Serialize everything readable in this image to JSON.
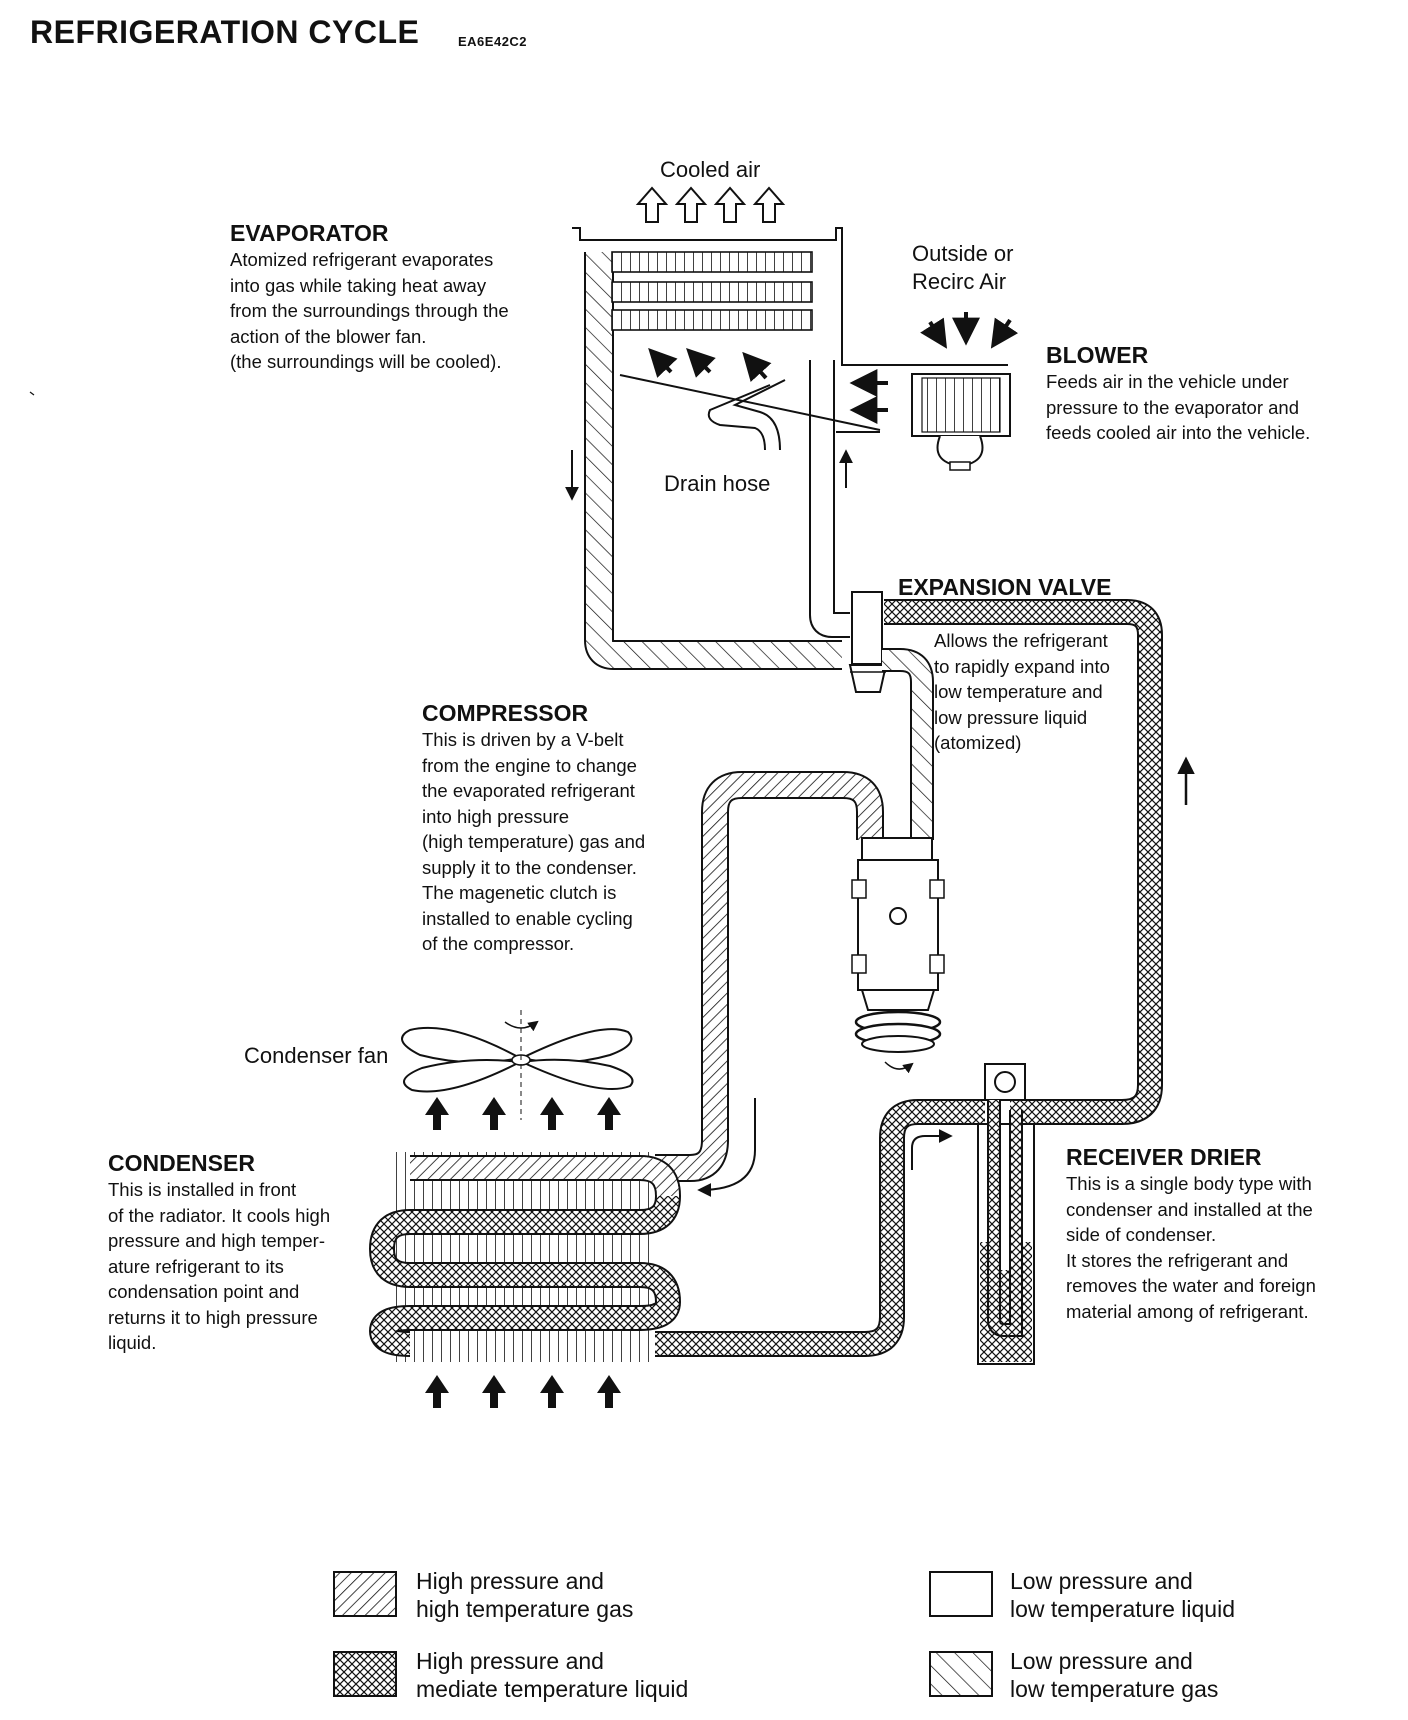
{
  "header": {
    "title": "REFRIGERATION CYCLE",
    "code": "EA6E42C2"
  },
  "labels": {
    "cooled_air": "Cooled air",
    "outside_air": [
      "Outside or",
      "Recirc Air"
    ],
    "drain_hose": "Drain hose",
    "condenser_fan": "Condenser fan"
  },
  "components": {
    "evaporator": {
      "heading": "EVAPORATOR",
      "lines": [
        "Atomized refrigerant evaporates",
        "into gas while taking heat away",
        "from the surroundings through the",
        "action of the blower fan.",
        "(the surroundings will be cooled)."
      ]
    },
    "blower": {
      "heading": "BLOWER",
      "lines": [
        "Feeds air in the vehicle under",
        "pressure to the evaporator and",
        "feeds cooled air into the vehicle."
      ]
    },
    "expansion_valve": {
      "heading": "EXPANSION VALVE",
      "lines": [
        "Allows the refrigerant",
        "to rapidly expand into",
        "low temperature and",
        "low pressure liquid",
        "(atomized)"
      ]
    },
    "compressor": {
      "heading": "COMPRESSOR",
      "lines": [
        "This is driven by a V-belt",
        "from the engine to change",
        "the evaporated refrigerant",
        "into high pressure",
        "(high temperature) gas and",
        "supply it to the condenser.",
        "The magenetic clutch is",
        "installed to enable cycling",
        "of the compressor."
      ]
    },
    "condenser": {
      "heading": "CONDENSER",
      "lines": [
        "This is installed in front",
        "of the radiator. It cools high",
        "pressure and high temper-",
        "ature refrigerant to its",
        "condensation point and",
        "returns it to high pressure",
        "liquid."
      ]
    },
    "receiver_drier": {
      "heading": "RECEIVER DRIER",
      "lines": [
        "This is a single body type with",
        "condenser and installed at the",
        "side of condenser.",
        "It stores the refrigerant and",
        "removes the water and foreign",
        "material among of refrigerant."
      ]
    }
  },
  "legend": [
    {
      "pattern": "hatch-diag",
      "lines": [
        "High pressure and",
        "high temperature gas"
      ]
    },
    {
      "pattern": "hatch-cross",
      "lines": [
        "High pressure and",
        "mediate temperature liquid"
      ]
    },
    {
      "pattern": "plain",
      "lines": [
        "Low pressure and",
        "low temperature liquid"
      ]
    },
    {
      "pattern": "hatch-wide",
      "lines": [
        "Low pressure and",
        "low temperature gas"
      ]
    }
  ]
}
